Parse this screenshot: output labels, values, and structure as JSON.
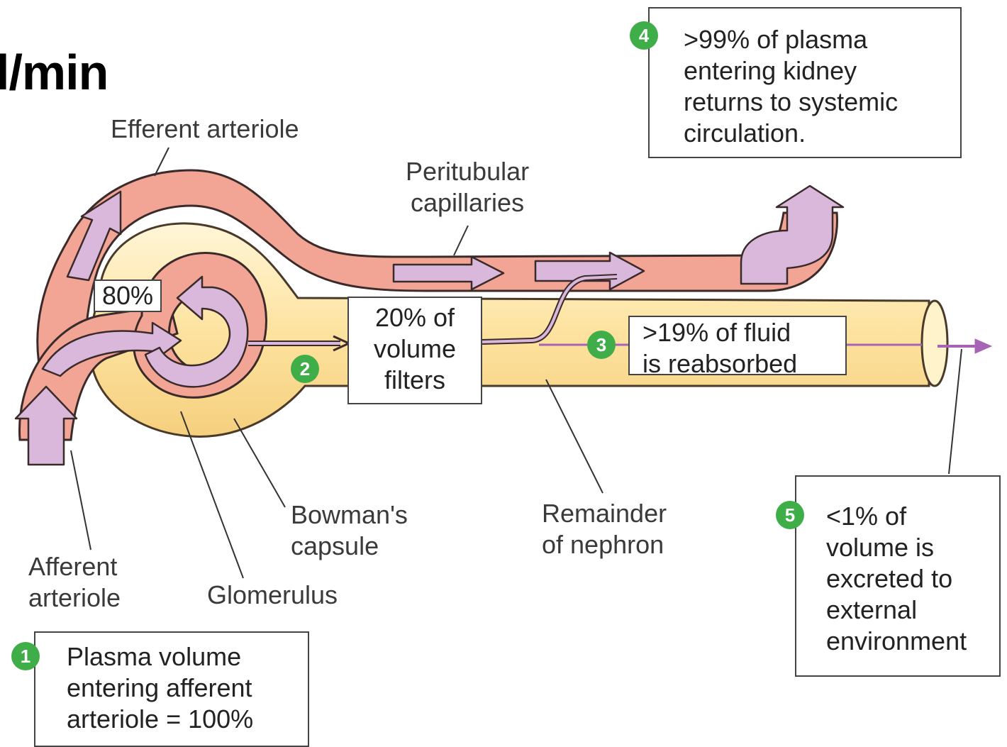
{
  "header_fragment": "l/min",
  "labels": {
    "efferent": "Efferent arteriole",
    "peritubular": "Peritubular\ncapillaries",
    "afferent": "Afferent\narteriole",
    "glomerulus": "Glomerulus",
    "bowman": "Bowman's\ncapsule",
    "remainder": "Remainder\nof nephron"
  },
  "pct_label": "80%",
  "steps": [
    {
      "num": "1",
      "text": "Plasma volume\nentering afferent\narteriole = 100%"
    },
    {
      "num": "2",
      "text": "20% of\nvolume\nfilters"
    },
    {
      "num": "3",
      "text": ">19% of fluid\nis reabsorbed"
    },
    {
      "num": "4",
      "text": ">99% of plasma\nentering kidney\nreturns to systemic\ncirculation."
    },
    {
      "num": "5",
      "text": "<1% of\nvolume is\nexcreted to\nexternal\nenvironment"
    }
  ],
  "colors": {
    "vessel": "#f2a595",
    "vessel_edge": "#3b2a2a",
    "tubule": "#fde7a9",
    "arrow_fill": "#d9b8dc",
    "flow_line": "#a864b4",
    "badge": "#3fae49"
  }
}
